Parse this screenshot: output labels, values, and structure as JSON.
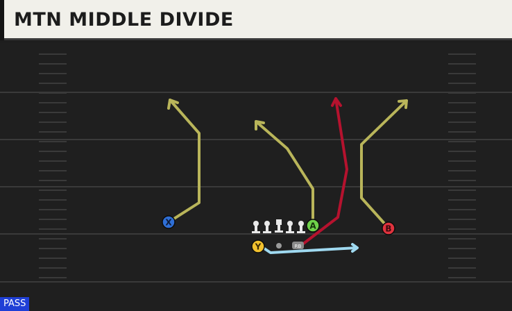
{
  "play": {
    "title": "MTN MIDDLE DIVIDE",
    "type_badge": "PASS"
  },
  "players": [
    {
      "id": "X",
      "label": "X",
      "button": "X",
      "color": "#2f6fd6"
    },
    {
      "id": "A",
      "label": "A",
      "button": "A",
      "color": "#6fd14a"
    },
    {
      "id": "B",
      "label": "B",
      "button": "B",
      "color": "#e0333e"
    },
    {
      "id": "Y",
      "label": "Y",
      "button": "Y",
      "color": "#f2c12e"
    },
    {
      "id": "RB",
      "label": "RB",
      "button": "",
      "color": "#8a8a8a"
    }
  ],
  "route_colors": {
    "route_main": "#b9b55a",
    "route_hot": "#b5122e",
    "route_block": "#9fd9f0"
  }
}
